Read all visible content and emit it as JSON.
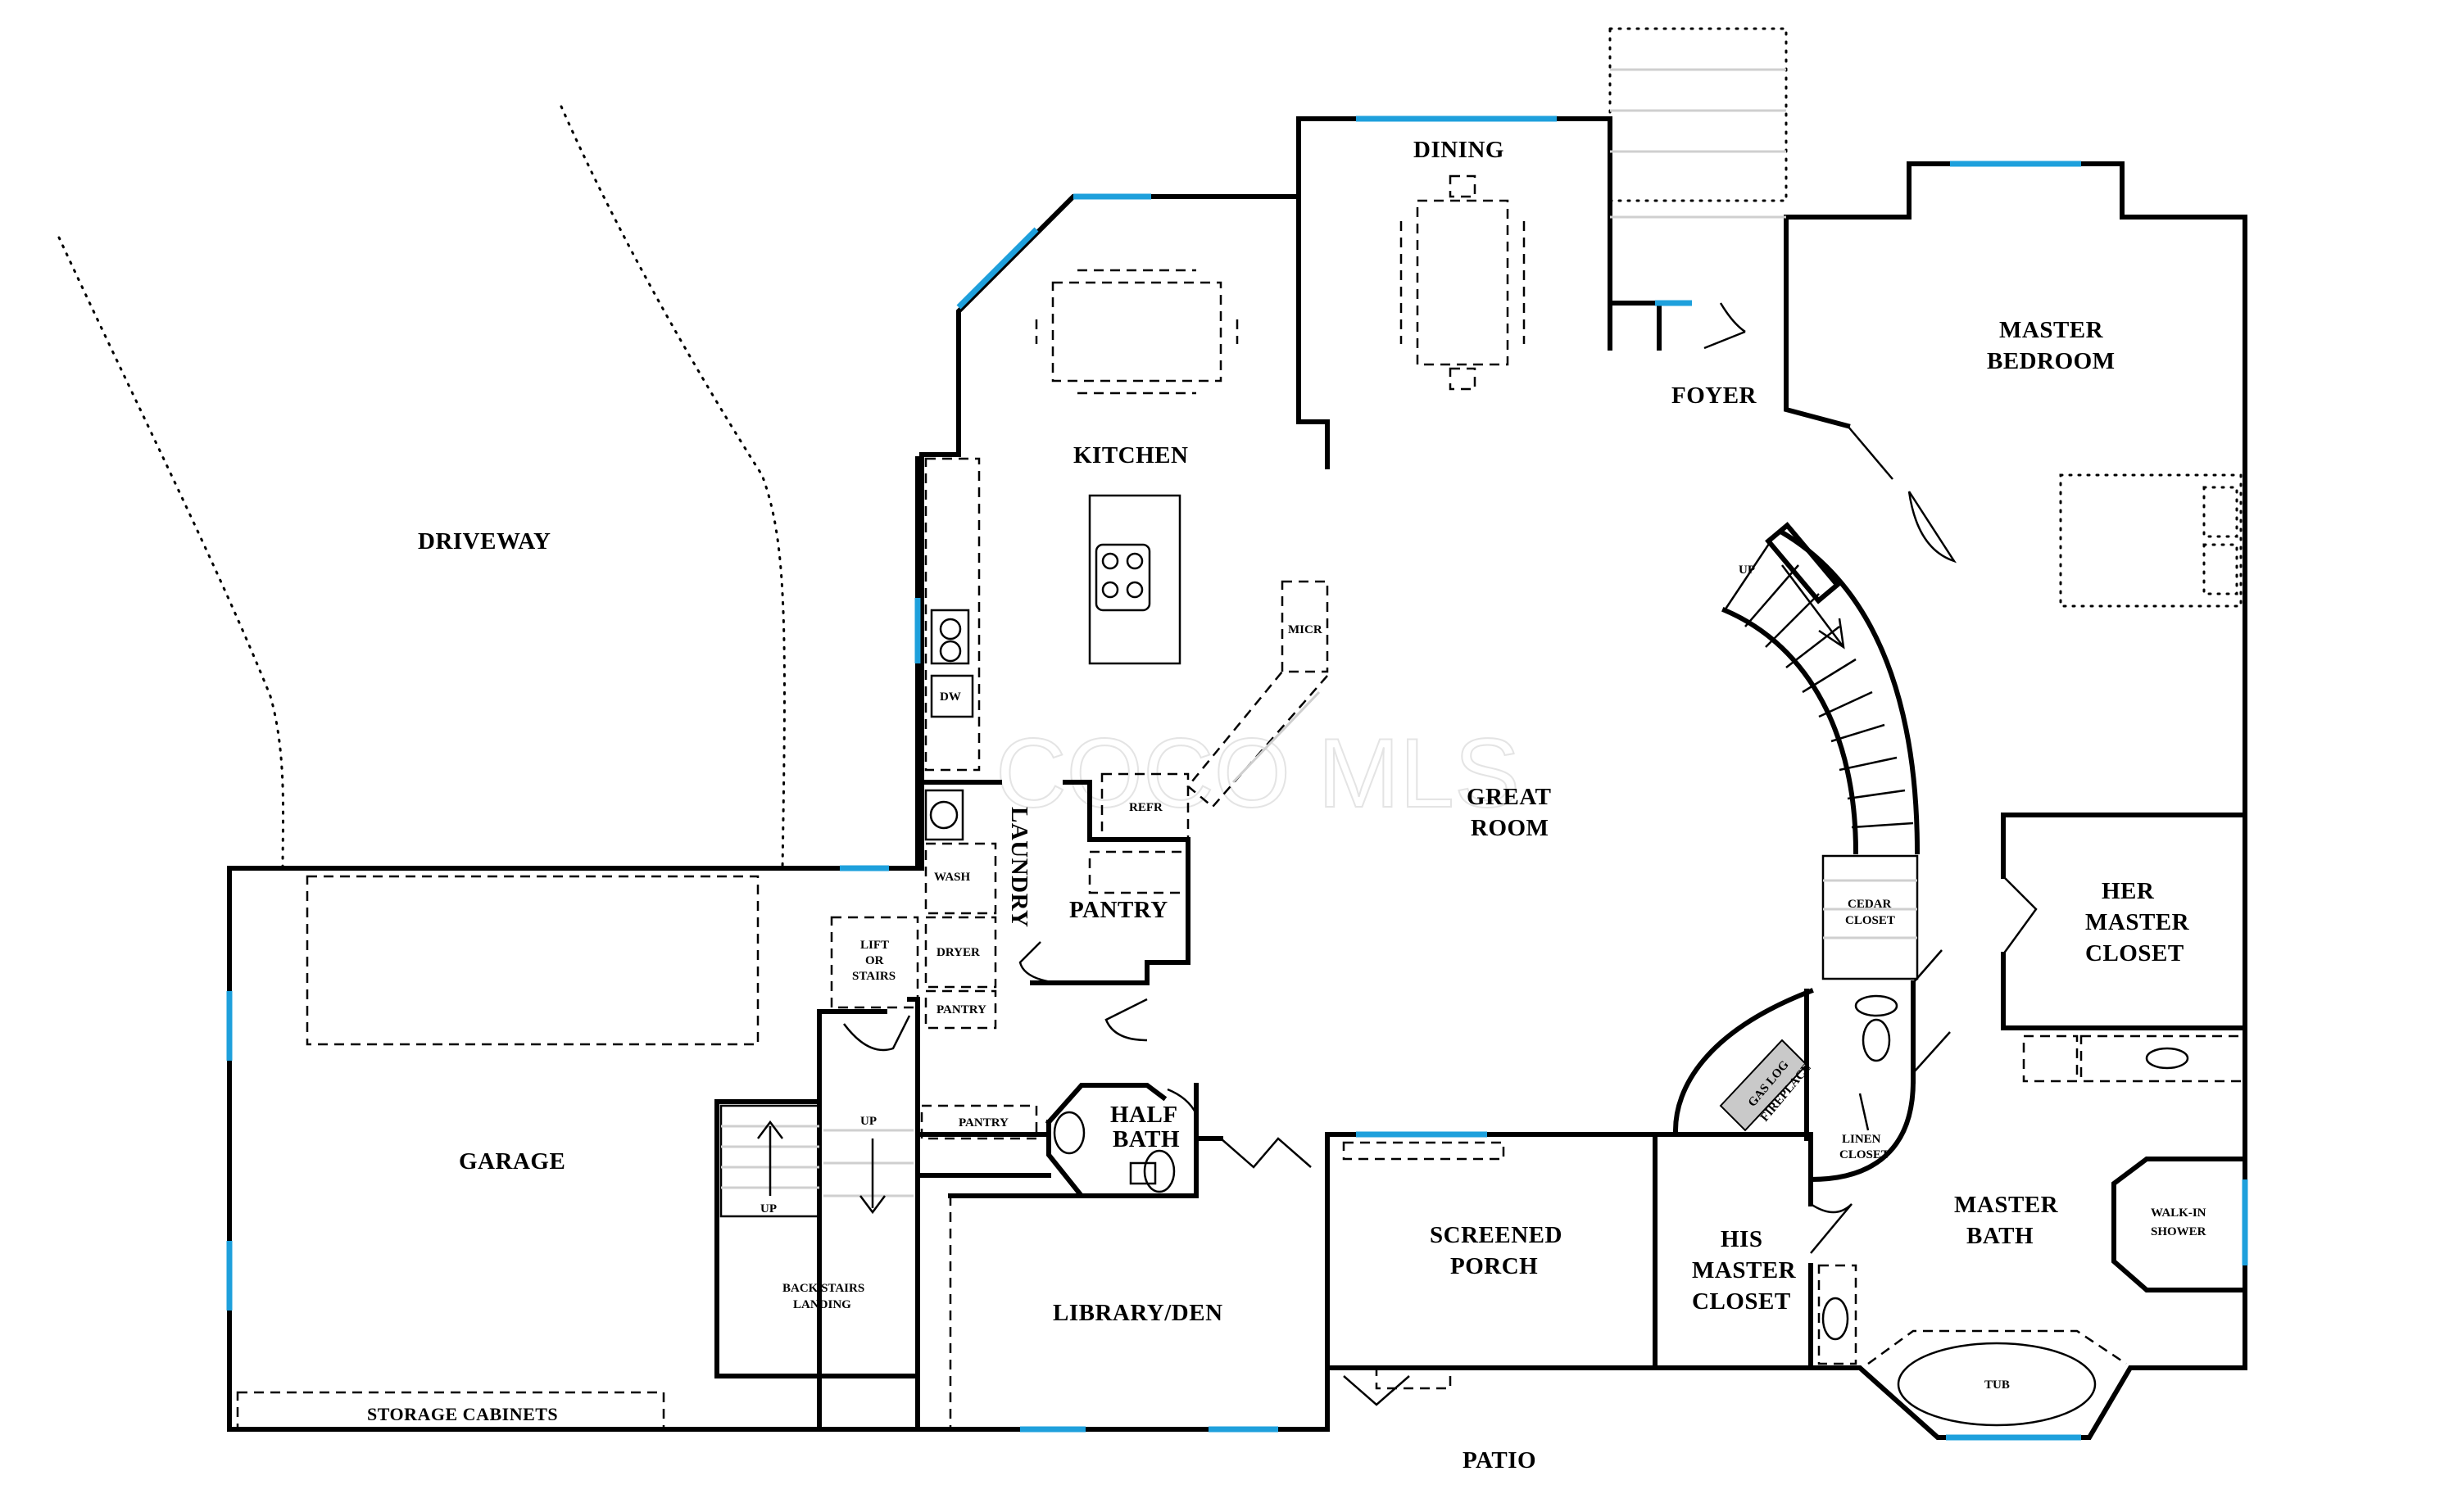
{
  "plan": {
    "watermark": "COCO MLS",
    "rooms": {
      "dining": "DINING",
      "kitchen": "KITCHEN",
      "driveway": "DRIVEWAY",
      "foyer": "FOYER",
      "master_bedroom": [
        "MASTER",
        "BEDROOM"
      ],
      "great_room": [
        "GREAT",
        "ROOM"
      ],
      "pantry": "PANTRY",
      "laundry": "LAUNDRY",
      "her_master_closet": [
        "HER",
        "MASTER",
        "CLOSET"
      ],
      "garage": "GARAGE",
      "half_bath": [
        "HALF",
        "BATH"
      ],
      "screened_porch": [
        "SCREENED",
        "PORCH"
      ],
      "his_master_closet": [
        "HIS",
        "MASTER",
        "CLOSET"
      ],
      "master_bath": [
        "MASTER",
        "BATH"
      ],
      "library_den": "LIBRARY/DEN",
      "patio": "PATIO",
      "storage_cabinets": "STORAGE CABINETS"
    },
    "small_labels": {
      "micr": "MICR",
      "dw": "DW",
      "refr": "REFR",
      "wash": "WASH",
      "dryer": "DRYER",
      "pantry_small": "PANTRY",
      "pantry_hall": "PANTRY",
      "lift_or_stairs": [
        "LIFT",
        "OR",
        "STAIRS"
      ],
      "cedar_closet": [
        "CEDAR",
        "CLOSET"
      ],
      "gas_log_fireplace": [
        "GAS LOG",
        "FIREPLACE"
      ],
      "linen_closet": [
        "LINEN",
        "CLOSET"
      ],
      "walk_in_shower": [
        "WALK-IN",
        "SHOWER"
      ],
      "tub": "TUB",
      "up_main": "UP",
      "up_back_left": "UP",
      "up_back_right": "UP",
      "back_stairs_landing": [
        "BACK STAIRS",
        "LANDING"
      ]
    }
  }
}
